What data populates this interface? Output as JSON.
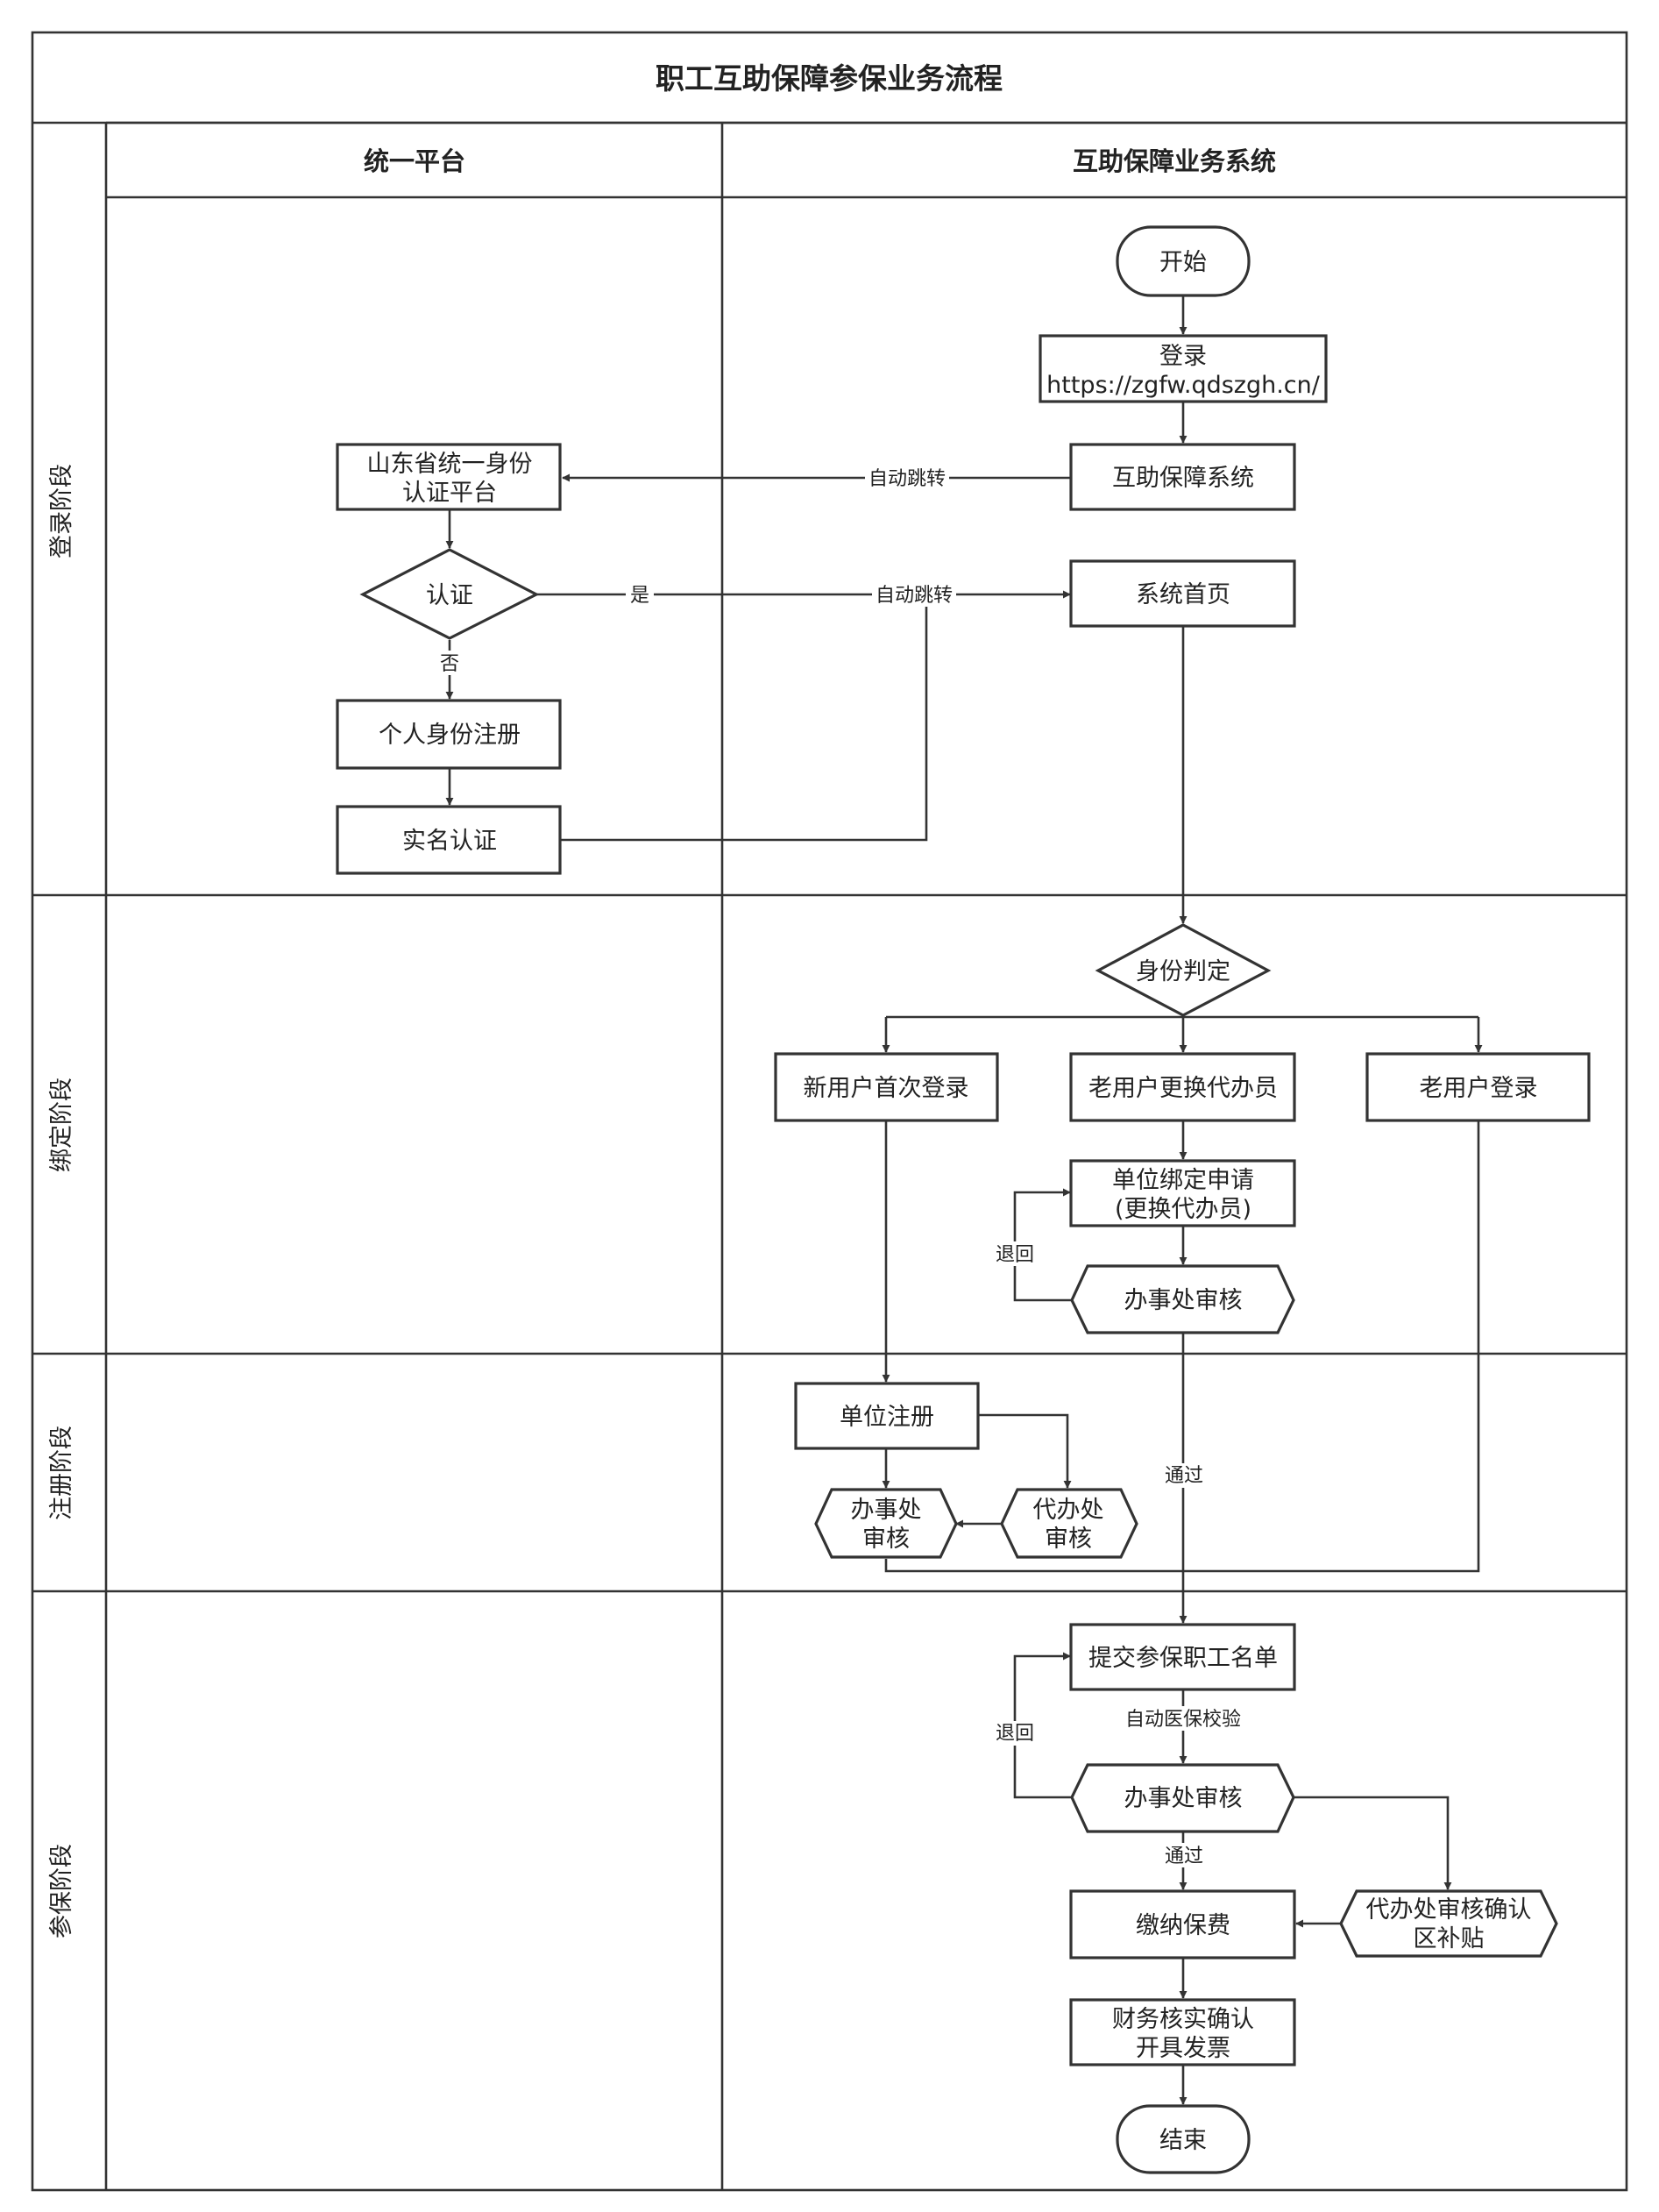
{
  "title": "职工互助保障参保业务流程",
  "columns": {
    "left": "统一平台",
    "right": "互助保障业务系统"
  },
  "phases": {
    "login": "登录阶段",
    "bind": "绑定阶段",
    "register": "注册阶段",
    "insure": "参保阶段"
  },
  "nodes": {
    "start": "开始",
    "login_line1": "登录",
    "login_line2": "https://zgfw.qdszgh.cn/",
    "mutual_system": "互助保障系统",
    "sd_auth_line1": "山东省统一身份",
    "sd_auth_line2": "认证平台",
    "auth": "认证",
    "personal_register": "个人身份注册",
    "realname": "实名认证",
    "home": "系统首页",
    "identity": "身份判定",
    "new_user": "新用户首次登录",
    "old_change": "老用户更换代办员",
    "old_login": "老用户登录",
    "bind_apply_line1": "单位绑定申请",
    "bind_apply_line2": "(更换代办员)",
    "office_review": "办事处审核",
    "unit_register": "单位注册",
    "office_review2_line1": "办事处",
    "office_review2_line2": "审核",
    "agent_review_line1": "代办处",
    "agent_review_line2": "审核",
    "submit_list": "提交参保职工名单",
    "office_review3": "办事处审核",
    "pay": "缴纳保费",
    "agent_confirm_line1": "代办处审核确认",
    "agent_confirm_line2": "区补贴",
    "finance_line1": "财务核实确认",
    "finance_line2": "开具发票",
    "end": "结束"
  },
  "edge_labels": {
    "auto_jump_1": "自动跳转",
    "yes": "是",
    "auto_jump_2": "自动跳转",
    "no": "否",
    "return_1": "退回",
    "pass_1": "通过",
    "auto_check": "自动医保校验",
    "return_2": "退回",
    "pass_2": "通过"
  }
}
